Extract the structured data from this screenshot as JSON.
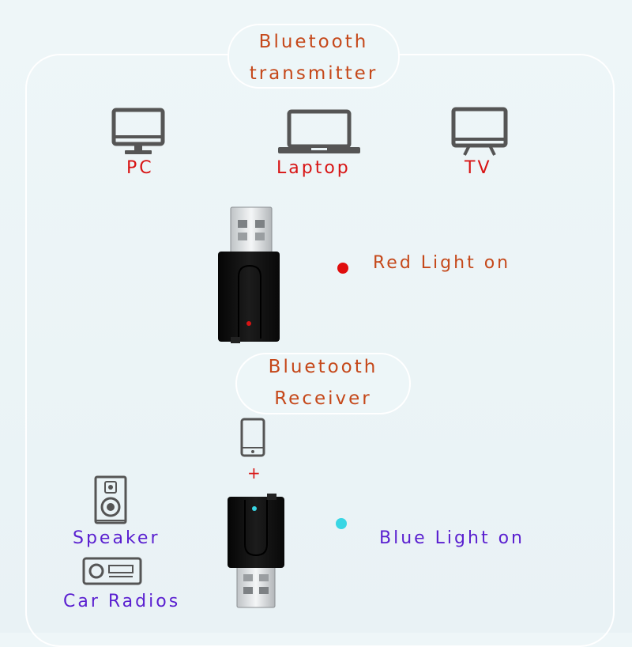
{
  "transmitter": {
    "title_line1": "Bluetooth",
    "title_line2": "transmitter",
    "devices": [
      {
        "label": "PC",
        "icon": "monitor-icon"
      },
      {
        "label": "Laptop",
        "icon": "laptop-icon"
      },
      {
        "label": "TV",
        "icon": "tv-icon"
      }
    ],
    "status_text": "Red Light on",
    "status_color": "#e00d0d"
  },
  "receiver": {
    "title_line1": "Bluetooth",
    "title_line2": "Receiver",
    "plus": "+",
    "devices": [
      {
        "label": "Speaker",
        "icon": "speaker-icon"
      },
      {
        "label": "Car Radios",
        "icon": "car-radio-icon"
      }
    ],
    "source_icon": "smartphone-icon",
    "status_text": "Blue Light on",
    "status_color": "#39d6e4"
  },
  "colors": {
    "label_red": "#d81414",
    "label_orange": "#c5481a",
    "label_purple": "#5a1fd0",
    "icon_gray": "#555555",
    "dongle_black": "#111111"
  }
}
